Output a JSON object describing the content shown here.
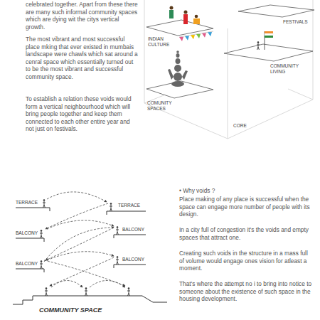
{
  "diagram": {
    "labels": [
      "celebrated together. Apart from these there are many such informal community spaces which are dying wit the citys vertical growth.",
      "The most vibrant and most successful place mking that ever existed in mumbais landscape were chawls which sat around a cenral space which essentially turned out to be the most vibrant and successful community space.",
      "To establish a relation these voids would form a vertical neighbourhood which will bring people together and keep them connected to each other entire year and not just on festivals.",
      "FESTIVALS",
      "INDIAN CULTURE",
      "COMMUNITY LIVING",
      "COMUNITY SPACES",
      "CORE",
      "TERRACE",
      "TERRACE",
      "BALCONY",
      "BALCONY",
      "BALCONY",
      "BALCONY",
      "COMMUNITY SPACE",
      "• Why voids ?",
      "Place making of any place is successful when the space can engage more number of people with its design.",
      "In a city full of congestion  it's the voids and empty spaces that attract one.",
      "Creating such voids in the structure in a mass full of volume would engage ones vision for atleast a moment.",
      "That's where the attempt no i to bring into notice to someone about the existence of such space in the housing development."
    ]
  }
}
